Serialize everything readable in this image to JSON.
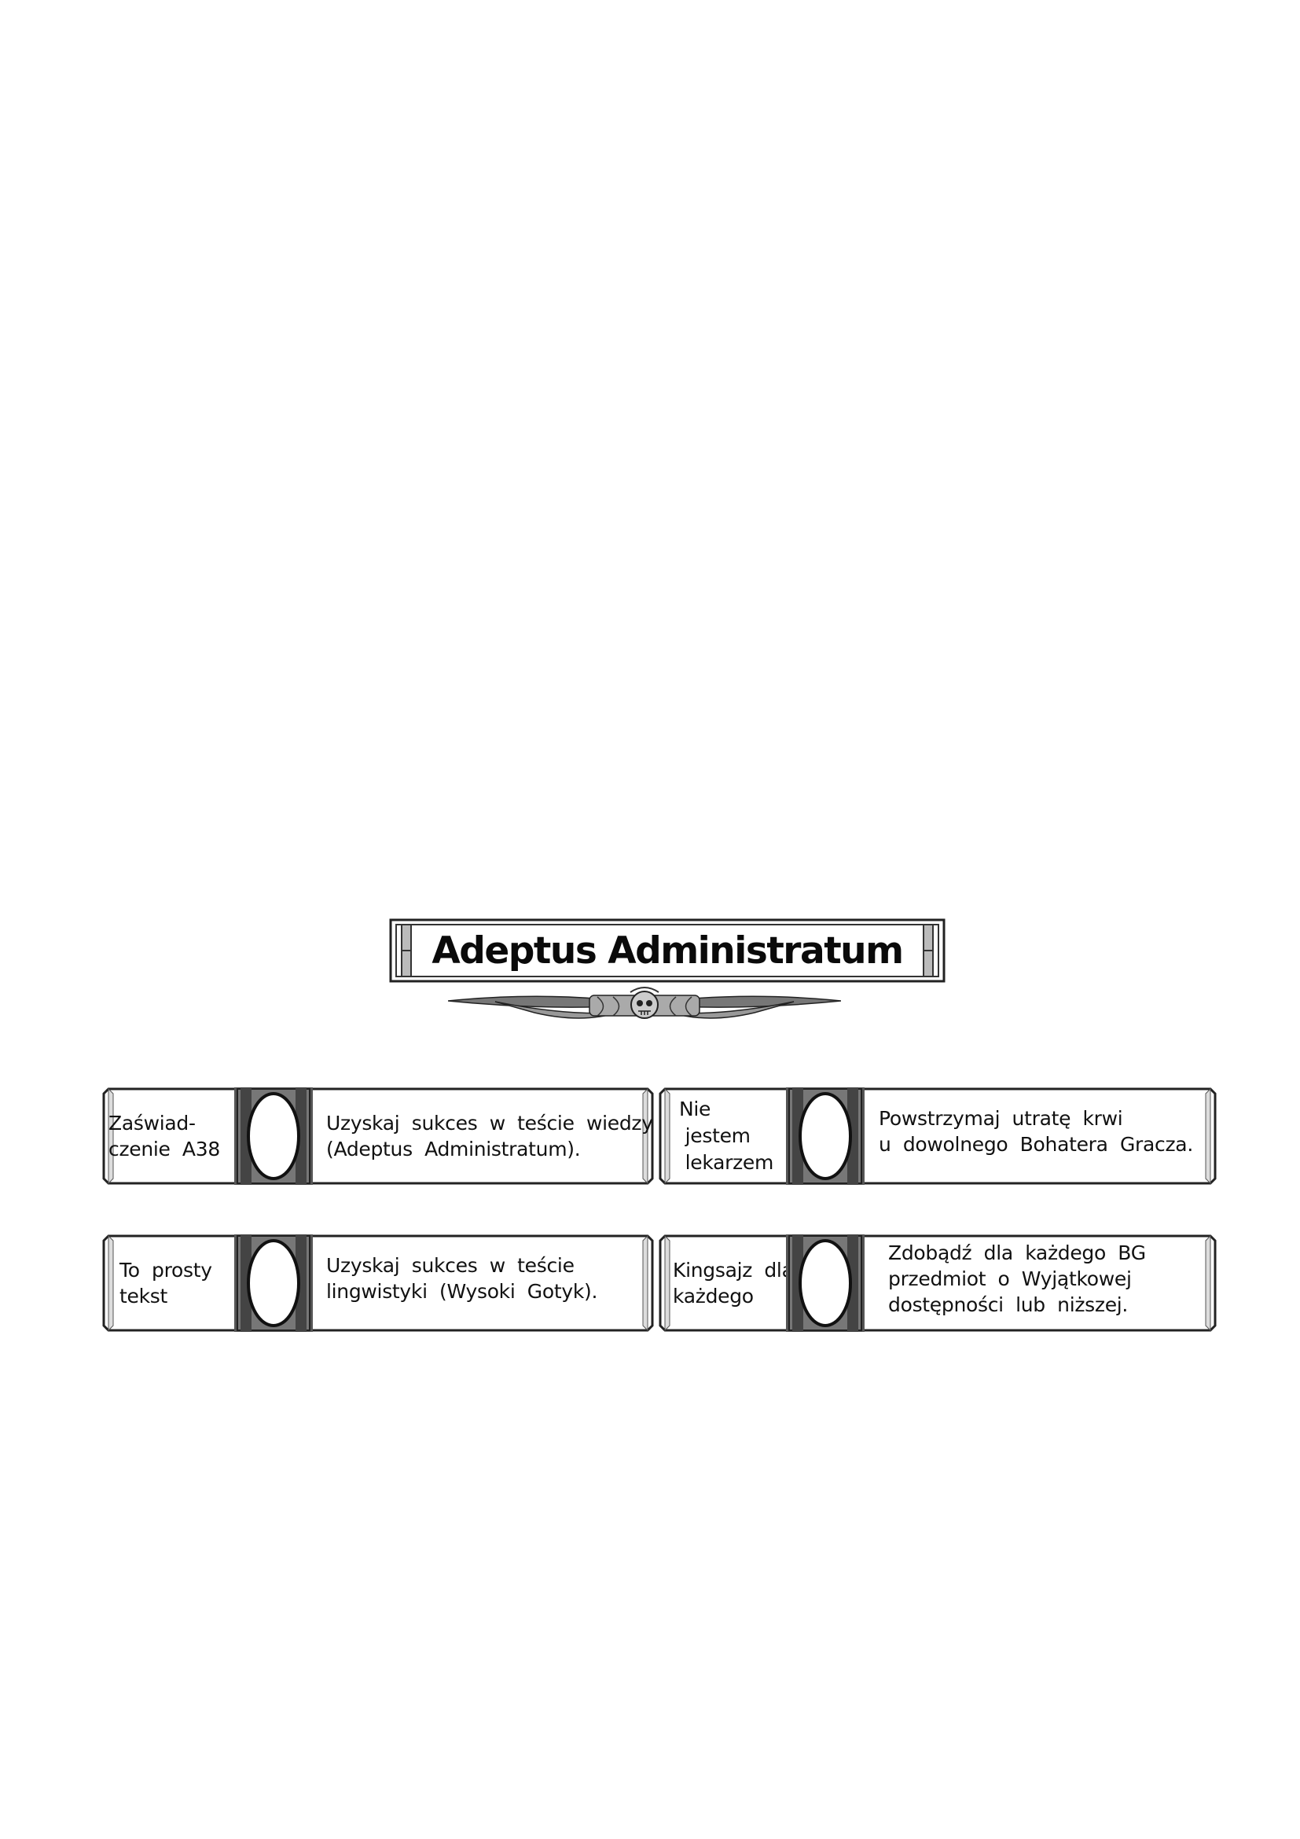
{
  "title": "Adeptus Administratum",
  "cards": [
    {
      "name_lines": [
        "Zaświad-",
        "czenie  A38"
      ],
      "desc_lines": [
        "Uzyskaj  sukces  w  teście  wiedzy",
        "(Adeptus  Administratum)."
      ]
    },
    {
      "name_lines": [
        "Nie",
        " jestem",
        " lekarzem"
      ],
      "desc_lines": [
        "Powstrzymaj  utratę  krwi",
        "u  dowolnego  Bohatera  Gracza."
      ]
    },
    {
      "name_lines": [
        "To  prosty",
        "tekst"
      ],
      "desc_lines": [
        "Uzyskaj  sukces  w  teście",
        "lingwistyki  (Wysoki  Gotyk)."
      ]
    },
    {
      "name_lines": [
        "Kingsajz  dla",
        "każdego"
      ],
      "desc_lines": [
        "Zdobądź  dla  każdego  BG",
        "przedmiot  o  Wyjątkowej",
        "dostępności  lub  niższej."
      ]
    }
  ]
}
